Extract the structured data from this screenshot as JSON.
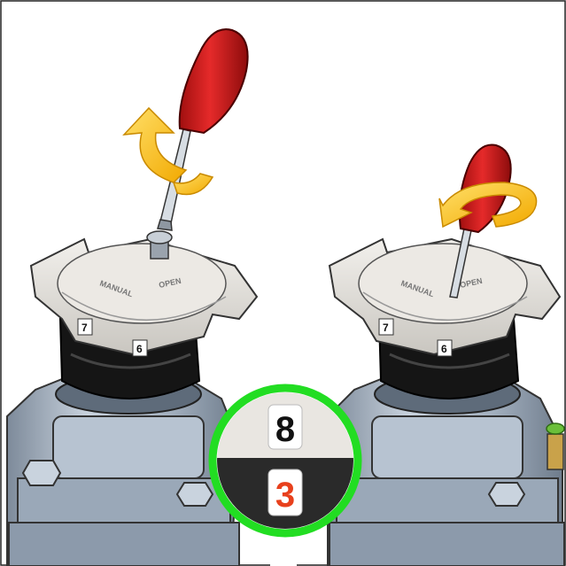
{
  "scene": {
    "left_panel": {
      "dial_labels": [
        "7",
        "6"
      ],
      "cap_text": [
        "MANUAL",
        "OPEN"
      ]
    },
    "right_panel": {
      "dial_labels": [
        "7",
        "6"
      ],
      "cap_text": [
        "MANUAL",
        "OPEN"
      ]
    },
    "indicator": {
      "top_value": "8",
      "bottom_value": "3",
      "ring_color": "#22dd22",
      "bottom_value_color": "#e8401c"
    },
    "colors": {
      "screwdriver_handle": "#d81e1e",
      "rotation_arrow": "#ffc41a",
      "valve_body": "#a9b6c6",
      "cap": "#e6e3de"
    },
    "icons": [
      "screwdriver-icon",
      "rotation-arrow-icon",
      "screw-icon"
    ]
  }
}
